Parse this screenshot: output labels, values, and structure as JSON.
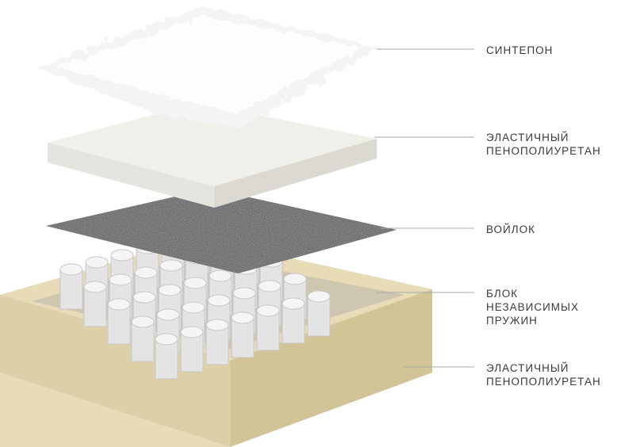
{
  "layers": [
    {
      "label": "СИНТЕПОН"
    },
    {
      "label": "ЭЛАСТИЧНЫЙ ПЕНОПОЛИУРЕТАН"
    },
    {
      "label": "ВОЙЛОК"
    },
    {
      "label": "БЛОК НЕЗАВИСИМЫХ ПРУЖИН"
    },
    {
      "label": "ЭЛАСТИЧНЫЙ ПЕНОПОЛИУРЕТАН"
    }
  ],
  "colors": {
    "foam_base": "#e8dcb8",
    "felt": "#5a5a5a",
    "foam_top": "#efede8",
    "fiber": "#fafafa",
    "line": "#a0a0a0"
  }
}
